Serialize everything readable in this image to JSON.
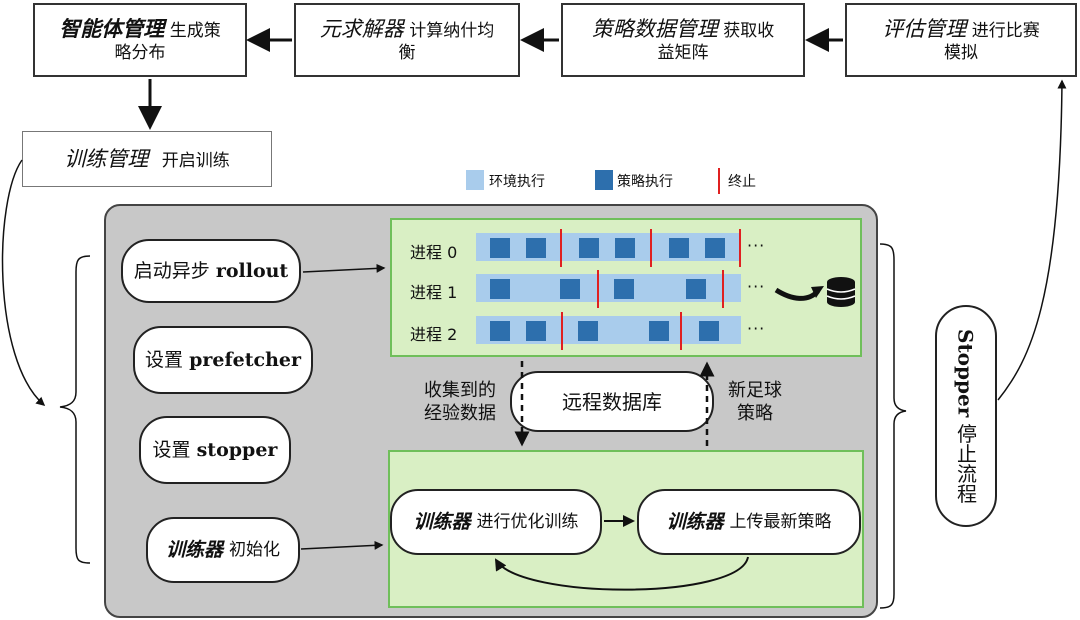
{
  "top_boxes": {
    "agent": {
      "title": "智能体管理",
      "desc_line1": "生成策",
      "desc_line2": "略分布"
    },
    "solver": {
      "title": "元求解器",
      "desc_line1": "计算纳什均",
      "desc_line2": "衡"
    },
    "strategy": {
      "title": "策略数据管理",
      "desc_line1": "获取收",
      "desc_line2": "益矩阵"
    },
    "eval": {
      "title": "评估管理",
      "desc_line1": "进行比赛",
      "desc_line2": "模拟"
    }
  },
  "train_box": {
    "title": "训练管理",
    "desc": "开启训练"
  },
  "legend": [
    {
      "label": "环境执行",
      "color": "#a9ccec"
    },
    {
      "label": "策略执行",
      "color": "#2d6fad"
    },
    {
      "label": "终止",
      "color": "#e02020"
    }
  ],
  "left_pills": {
    "rollout": {
      "text": "启动异步",
      "bold": "rollout"
    },
    "prefetcher": {
      "text": "设置",
      "bold": "prefetcher"
    },
    "stopper": {
      "text": "设置",
      "bold": "stopper"
    },
    "trainer_init": {
      "italic": "训练器",
      "text": "初始化"
    }
  },
  "processes": [
    {
      "label": "进程 0",
      "blocks": [
        490,
        526,
        579,
        615,
        669,
        705
      ],
      "stops": [
        560,
        650,
        739
      ]
    },
    {
      "label": "进程 1",
      "blocks": [
        490,
        560,
        614,
        686
      ],
      "stops": [
        597,
        722
      ]
    },
    {
      "label": "进程 2",
      "blocks": [
        490,
        526,
        578,
        649,
        699
      ],
      "stops": [
        561,
        680
      ]
    }
  ],
  "dots": "···",
  "db": {
    "label": "远程数据库",
    "left_note_1": "收集到的",
    "left_note_2": "经验数据",
    "right_note_1": "新足球",
    "right_note_2": "策略"
  },
  "train_pills": {
    "optimize": {
      "italic": "训练器",
      "text": "进行优化训练"
    },
    "upload": {
      "italic": "训练器",
      "text": "上传最新策略"
    }
  },
  "stopper_side": {
    "bold": "Stopper",
    "text": "停止流程"
  },
  "colors": {
    "panel": "#c8c8c8",
    "green": "#d9efc4",
    "green_border": "#6fbf5a",
    "env": "#a9ccec",
    "policy": "#2d6fad",
    "stop": "#e02020"
  }
}
